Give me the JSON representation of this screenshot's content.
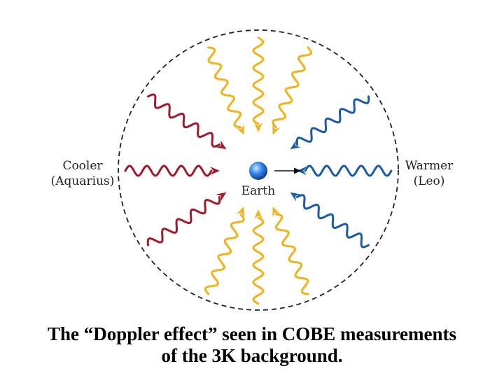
{
  "labels": {
    "cooler_line1": "Cooler",
    "cooler_line2": "(Aquarius)",
    "warmer_line1": "Warmer",
    "warmer_line2": "(Leo)",
    "earth": "Earth"
  },
  "caption": {
    "line1": "The “Doppler effect” seen in COBE measurements",
    "line2": "of the 3K background."
  },
  "colors": {
    "cooler": "#a11a2b",
    "warmer": "#1a5aa6",
    "neutral": "#f2b21b",
    "earth": "#2a6fd6",
    "circle": "#222222"
  },
  "photons": [
    {
      "name": "photon-top-left",
      "tone": "neutral"
    },
    {
      "name": "photon-top",
      "tone": "neutral"
    },
    {
      "name": "photon-top-right",
      "tone": "neutral"
    },
    {
      "name": "photon-upper-right",
      "tone": "warmer"
    },
    {
      "name": "photon-right",
      "tone": "warmer"
    },
    {
      "name": "photon-lower-right",
      "tone": "warmer"
    },
    {
      "name": "photon-bottom-right",
      "tone": "neutral"
    },
    {
      "name": "photon-bottom",
      "tone": "neutral"
    },
    {
      "name": "photon-bottom-left",
      "tone": "neutral"
    },
    {
      "name": "photon-lower-left",
      "tone": "cooler"
    },
    {
      "name": "photon-left",
      "tone": "cooler"
    },
    {
      "name": "photon-upper-left",
      "tone": "cooler"
    }
  ]
}
